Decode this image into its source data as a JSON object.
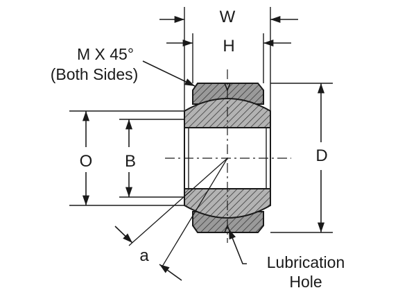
{
  "labels": {
    "w": "W",
    "h": "H",
    "chamfer_line1": "M X 45°",
    "chamfer_line2": "(Both Sides)",
    "o": "O",
    "b": "B",
    "d": "D",
    "a": "a",
    "lube_line1": "Lubrication",
    "lube_line2": "Hole"
  },
  "colors": {
    "ink": "#1a1a1a",
    "outer_fill": "#9a9a9a",
    "ball_fill": "#b3b3b3",
    "background": "#ffffff"
  }
}
